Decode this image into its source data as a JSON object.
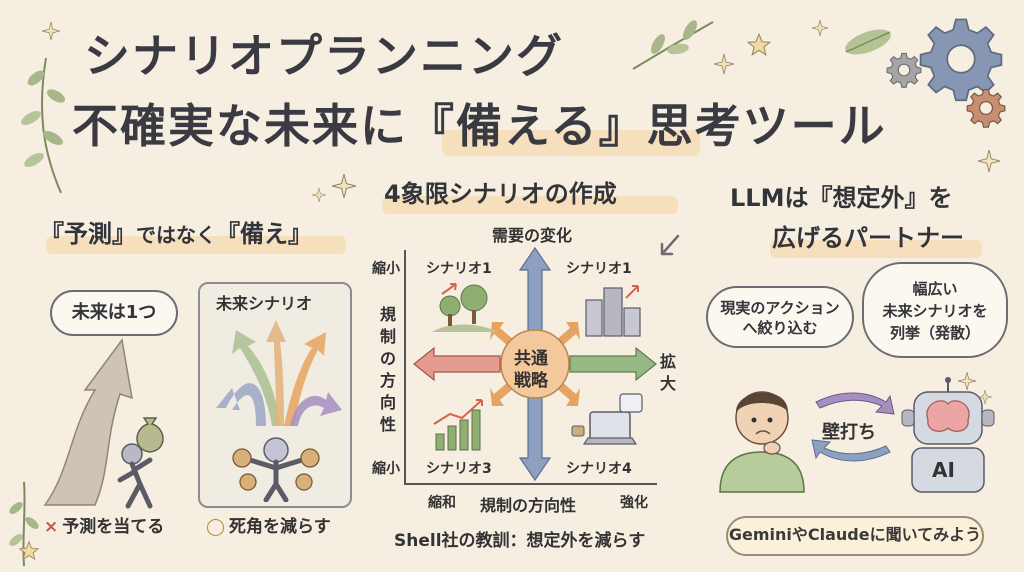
{
  "title": {
    "line1": "シナリオプランニング",
    "line2_pre": "不確実な未来に",
    "line2_em": "『備える』",
    "line2_post": "思考ツール"
  },
  "left": {
    "heading_a": "『予測』",
    "heading_b": "ではなく",
    "heading_c": "『備え』",
    "cloud": "未来は1つ",
    "panel_label": "未来シナリオ",
    "bottom_left_mark": "×",
    "bottom_left": "予測を当てる",
    "bottom_right_mark": "◯",
    "bottom_right": "死角を減らす"
  },
  "center": {
    "heading": "4象限シナリオの作成",
    "top_axis": "需要の変化",
    "right_axis_1": "拡",
    "right_axis_2": "大",
    "y_axis_chars": [
      "規",
      "制",
      "の",
      "方",
      "向",
      "性"
    ],
    "y_top": "縮小",
    "y_bottom": "縮小",
    "x_left": "縮和",
    "x_label": "規制の方向性",
    "x_right": "強化",
    "q_top_left": "シナリオ1",
    "q_top_right": "シナリオ1",
    "q_bottom_left": "シナリオ3",
    "q_bottom_right": "シナリオ4",
    "center_1": "共通",
    "center_2": "戦略",
    "footer": "Shell社の教訓：想定外を減らす"
  },
  "right": {
    "heading_1": "LLMは『想定外』を",
    "heading_2": "広げるパートナー",
    "bubble_left_1": "現実のアクション",
    "bubble_left_2": "へ絞り込む",
    "bubble_right_1": "幅広い",
    "bubble_right_2": "未来シナリオを",
    "bubble_right_3": "列挙（発散）",
    "wall": "壁打ち",
    "ai": "AI",
    "pill": "GeminiやClaudeに聞いてみよう"
  },
  "colors": {
    "background": "#f6efe1",
    "highlight": "#f4d9b0",
    "arrow_blue": "#7d93b8",
    "arrow_green": "#8fb07b",
    "arrow_red": "#d9877f",
    "arrow_orange": "#e6a461",
    "arrow_purple": "#a58ec0",
    "center_circle": "#f3c89a",
    "gear": "#7f8fa8"
  },
  "icons": [
    "leaf-icon",
    "star-icon",
    "sparkle-icon",
    "gear-icon",
    "cloud-icon",
    "money-bag-icon",
    "person-icon",
    "tree-icon",
    "building-icon",
    "bar-chart-icon",
    "laptop-icon",
    "brain-icon",
    "robot-icon",
    "cycle-arrows-icon"
  ]
}
